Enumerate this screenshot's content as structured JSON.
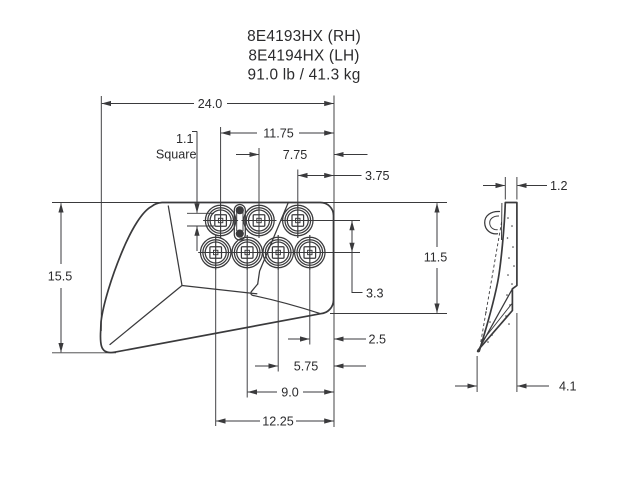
{
  "drawing": {
    "title": {
      "part_number_rh": "8E4193HX (RH)",
      "part_number_lh": "8E4194HX (LH)",
      "weight": "91.0 lb / 41.3 kg"
    },
    "front_view": {
      "dimensions": {
        "overall_width": "24.0",
        "top_hole1_from_right": "11.75",
        "top_hole2_from_right": "7.75",
        "top_hole3_from_right": "3.75",
        "square_hole_size": "1.1",
        "square_hole_label": "Square",
        "overall_height": "15.5",
        "plate_height": "11.5",
        "hole_row_spacing": "3.3",
        "bottom_hole4_from_right": "2.5",
        "bottom_hole3_from_right": "5.75",
        "bottom_hole2_from_right": "9.0",
        "bottom_hole1_from_right": "12.25"
      },
      "bolt_holes_top_row": 3,
      "bolt_holes_bottom_row": 4
    },
    "side_view": {
      "dimensions": {
        "top_thickness": "1.2",
        "bottom_thickness": "4.1"
      }
    },
    "colors": {
      "line": "#3a3a3c",
      "text": "#2b2b2d",
      "background": "#ffffff"
    }
  }
}
